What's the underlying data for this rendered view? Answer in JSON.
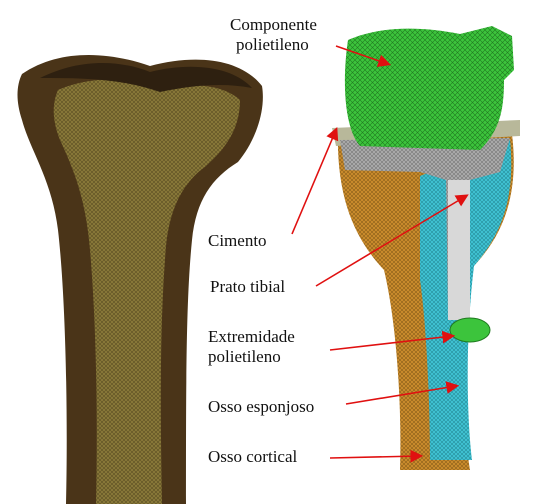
{
  "labels": {
    "componente_line1": "Componente",
    "componente_line2": "polietileno",
    "cimento": "Cimento",
    "prato_tibial": "Prato tibial",
    "extremidade_line1": "Extremidade",
    "extremidade_line2": "polietileno",
    "osso_esponjoso": "Osso esponjoso",
    "osso_cortical": "Osso cortical"
  },
  "colors": {
    "bone_cortical": "#5a4020",
    "bone_inner": "#8c7a3c",
    "cortical_orange": "#c88a2c",
    "cancellous_cyan": "#3fc0d0",
    "polyethylene_green": "#3cc43c",
    "tibial_plate_gray": "#a8a8a8",
    "cement_gray": "#b8b89a",
    "arrow_red": "#e01010"
  }
}
